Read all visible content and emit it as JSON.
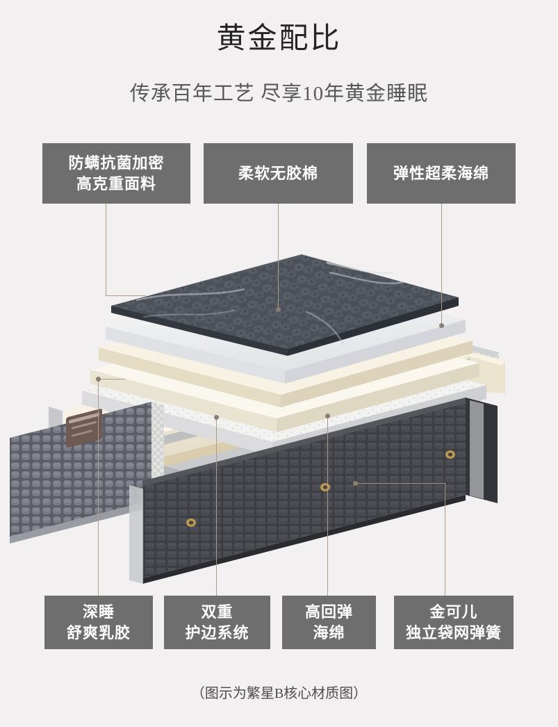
{
  "header": {
    "title": "黄金配比",
    "subtitle": "传承百年工艺  尽享10年黄金睡眠"
  },
  "footnote": "（图示为繁星B核心材质图）",
  "colors": {
    "background": "#f2f0f0",
    "chip_bg": "#6e6e6e",
    "chip_text": "#ffffff",
    "leader_line": "#ac9b8a",
    "title_text": "#242424",
    "subtitle_text": "#57585a",
    "top_fabric": "#4c4f56",
    "foam_cream": "#efe9dc",
    "latex_white": "#f4f4f2",
    "spring_blue": "#9dbbdd",
    "side_panel": "#3c3c40",
    "grommet": "#b89a55"
  },
  "callouts": {
    "top": [
      {
        "label": "防螨抗菌加密\n高克重面料",
        "name": "fabric"
      },
      {
        "label": "柔软无胶棉",
        "name": "glue-free-cotton"
      },
      {
        "label": "弹性超柔海绵",
        "name": "soft-foam"
      }
    ],
    "bottom": [
      {
        "label": "深睡\n舒爽乳胶",
        "name": "latex"
      },
      {
        "label": "双重\n护边系统",
        "name": "edge-support"
      },
      {
        "label": "高回弹\n海绵",
        "name": "high-resilience-foam"
      },
      {
        "label": "金可儿\n独立袋网弹簧",
        "name": "pocket-springs"
      }
    ]
  },
  "diagram": {
    "alt": "床垫分层爆炸示意图",
    "layers": [
      {
        "name": "防螨抗菌加密高克重面料",
        "color": "#4c4f56"
      },
      {
        "name": "柔软无胶棉",
        "color": "#e6e6ea"
      },
      {
        "name": "弹性超柔海绵",
        "color": "#efe9dc"
      },
      {
        "name": "高回弹海绵",
        "color": "#f0ece0"
      },
      {
        "name": "深睡舒爽乳胶",
        "color": "#f4f4f2"
      },
      {
        "name": "金可儿独立袋网弹簧",
        "color": "#9dbbdd"
      },
      {
        "name": "双重护边系统",
        "color": "#e2d8c0"
      }
    ]
  }
}
